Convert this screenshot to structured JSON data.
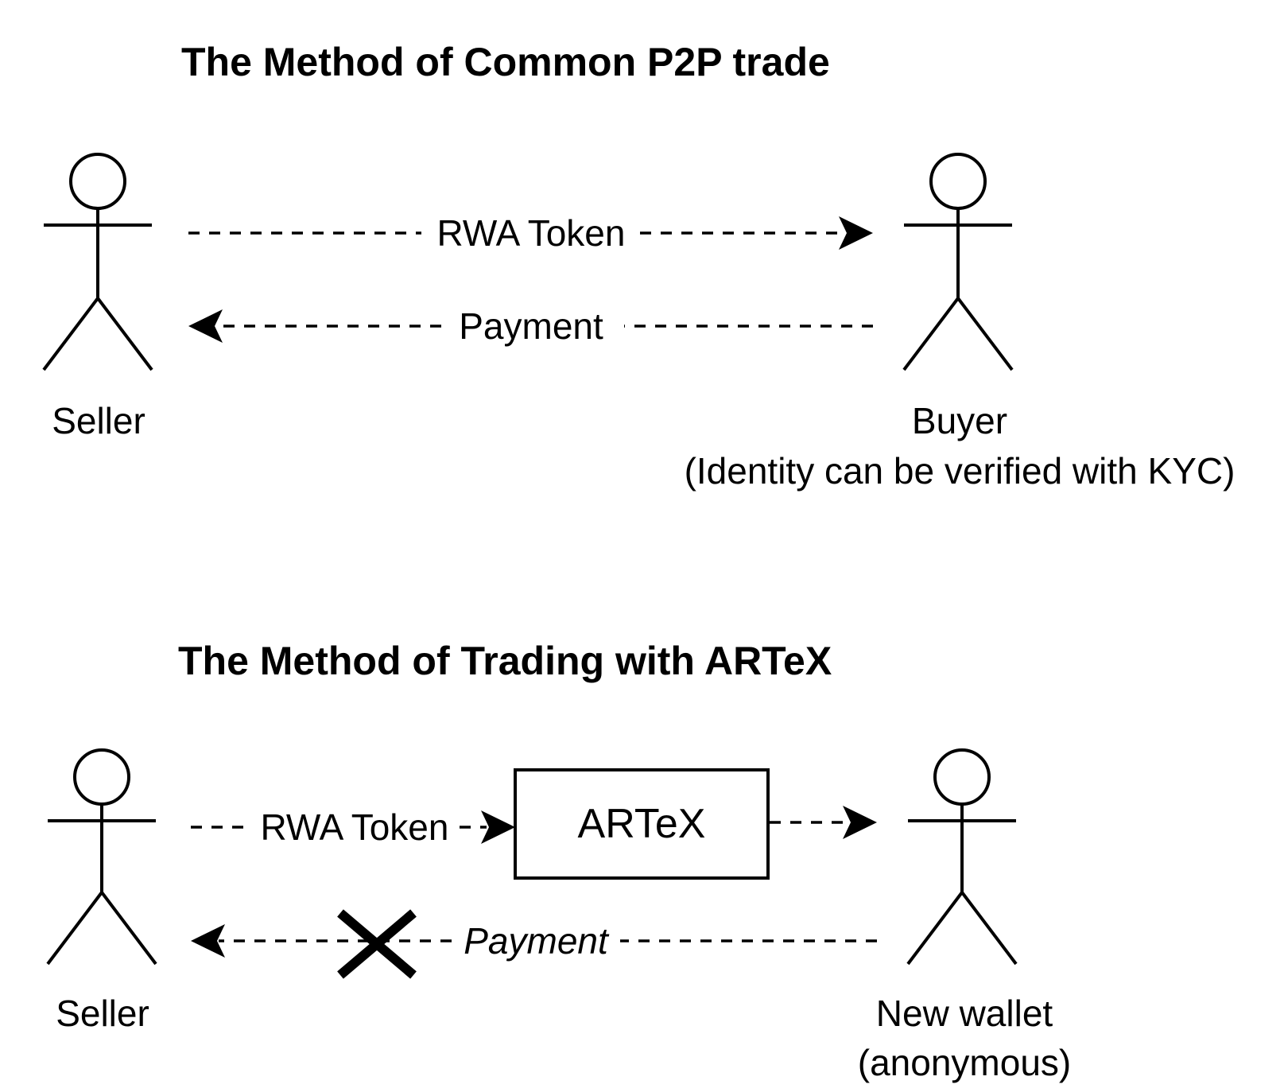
{
  "sections": [
    {
      "title": "The Method of Common P2P trade",
      "left_actor": "Seller",
      "right_actor": [
        "Buyer",
        "(Identity can be verified with KYC)"
      ],
      "top_arrow_label": "RWA Token",
      "bottom_arrow_label": "Payment"
    },
    {
      "title": "The Method of Trading with ARTeX",
      "left_actor": "Seller",
      "right_actor": [
        "New wallet",
        "(anonymous)"
      ],
      "middle_box": "ARTeX",
      "top_arrow_label": "RWA Token",
      "bottom_arrow_label": "Payment",
      "bottom_arrow_blocked": true
    }
  ]
}
